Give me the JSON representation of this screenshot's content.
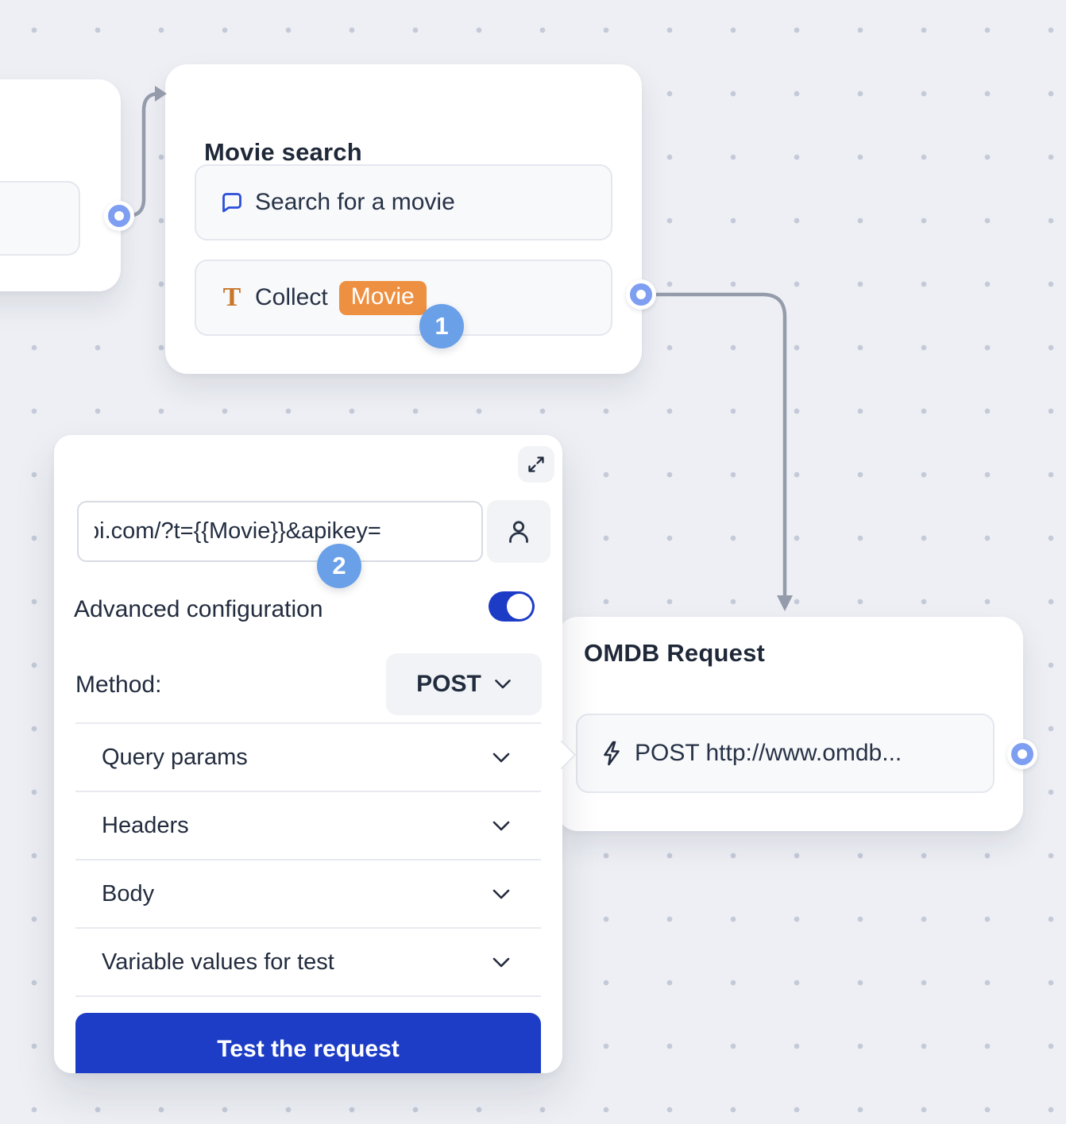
{
  "canvas": {
    "background": "#edeff4",
    "dot_color": "#c4cad7",
    "connector_line_color": "#949baa"
  },
  "movie_node": {
    "title": "Movie search",
    "step_badge": "1",
    "items": [
      {
        "icon": "chat-bubble-icon",
        "label": "Search for a movie"
      },
      {
        "icon": "text-collect-icon",
        "label": "Collect",
        "variable_badge": "Movie"
      }
    ]
  },
  "webhook_panel": {
    "step_badge": "2",
    "url_input": {
      "value": "pi.com/?t={{Movie}}&apikey="
    },
    "advanced_configuration_label": "Advanced configuration",
    "advanced_configuration_enabled": true,
    "method_label": "Method:",
    "method_value": "POST",
    "sections": [
      "Query params",
      "Headers",
      "Body",
      "Variable values for test"
    ],
    "test_button_label": "Test the request"
  },
  "omdb_node": {
    "title": "OMDB Request",
    "item": {
      "icon": "lightning-icon",
      "label": "POST http://www.omdb..."
    }
  },
  "colors": {
    "accent_blue": "#1d3cc6",
    "connector_blue": "#7e9ef2",
    "badge_blue": "#6aa0e8",
    "variable_orange": "#ee9041",
    "chat_icon_blue": "#2b4fd7",
    "text_icon_orange": "#c8762a",
    "text_dark": "#222c3e"
  }
}
